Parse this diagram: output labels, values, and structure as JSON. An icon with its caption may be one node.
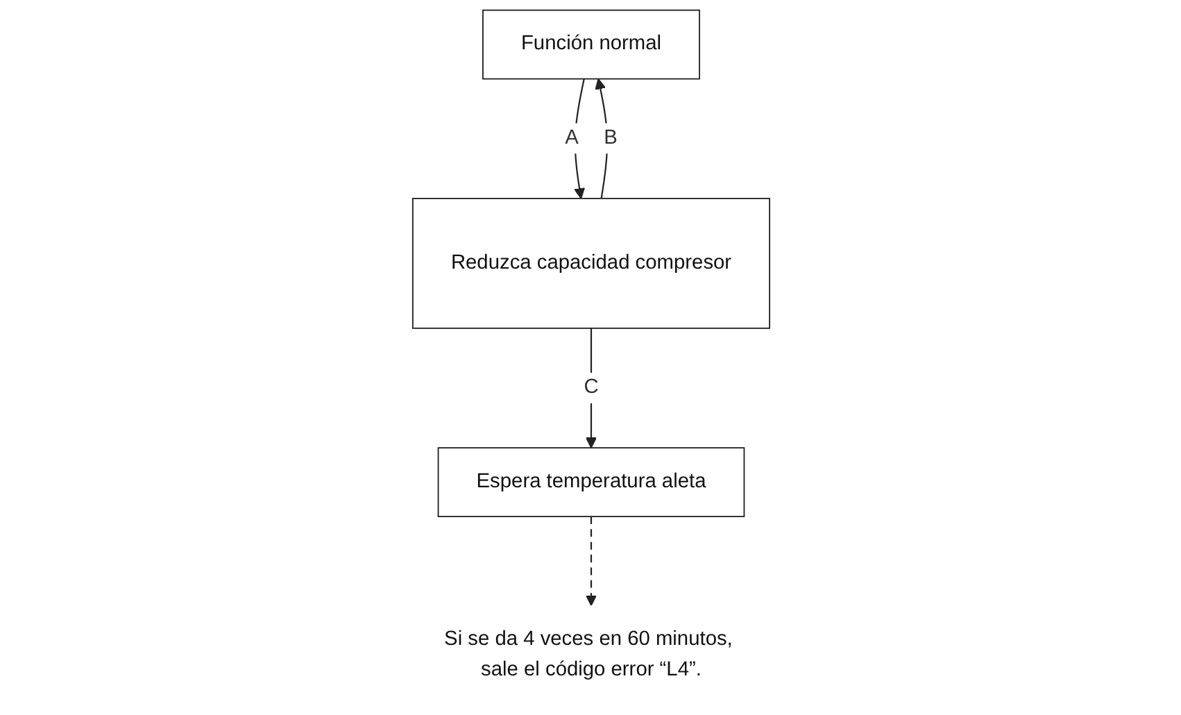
{
  "diagram": {
    "nodes": [
      {
        "text": [
          "Función normal"
        ]
      },
      {
        "text": [
          "Reduzca capacidad compresor"
        ]
      },
      {
        "text": [
          "Espera temperatura aleta"
        ]
      },
      {
        "text": [
          "Si se da 4 veces en 60 minutos, sale el código error “L4”."
        ]
      }
    ],
    "edges": [
      {
        "from": 0,
        "to": 1,
        "arrow": "to",
        "label": "A"
      },
      {
        "from": 1,
        "to": 0,
        "arrow": "to",
        "label": "B"
      },
      {
        "from": 1,
        "to": 2,
        "arrow": "to",
        "label": "C"
      },
      {
        "from": 2,
        "to": 3,
        "arrow": "to",
        "style": "dashed"
      }
    ]
  }
}
